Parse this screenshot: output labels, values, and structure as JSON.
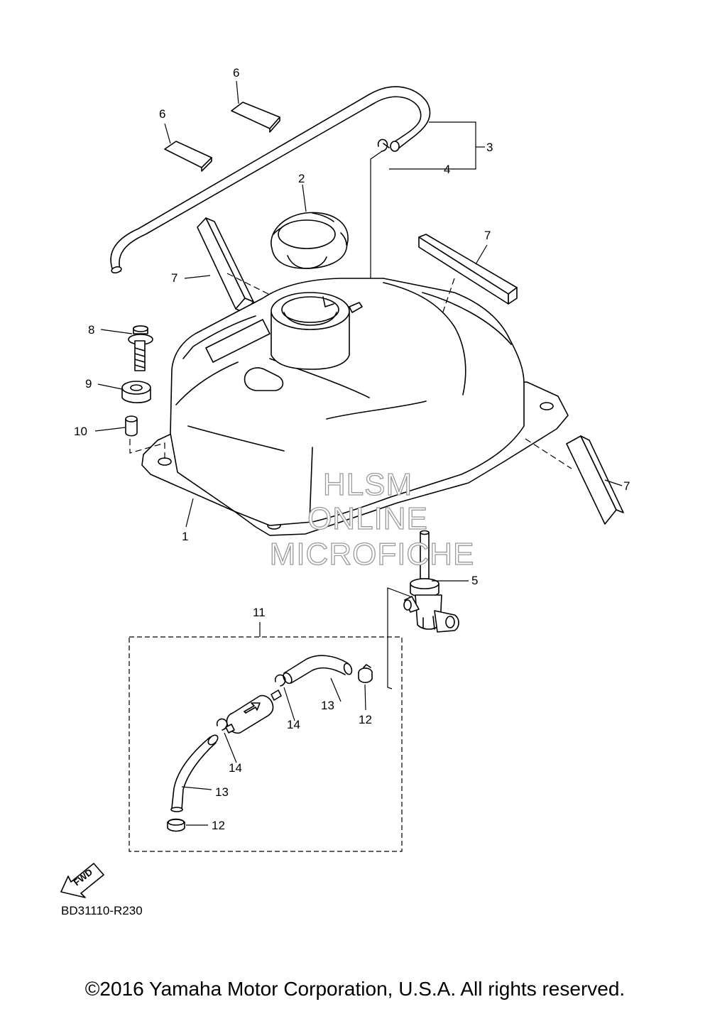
{
  "callouts": [
    {
      "id": "c1",
      "text": "1"
    },
    {
      "id": "c2",
      "text": "2"
    },
    {
      "id": "c3",
      "text": "3"
    },
    {
      "id": "c4",
      "text": "4"
    },
    {
      "id": "c5",
      "text": "5"
    },
    {
      "id": "c6a",
      "text": "6"
    },
    {
      "id": "c6b",
      "text": "6"
    },
    {
      "id": "c7a",
      "text": "7"
    },
    {
      "id": "c7b",
      "text": "7"
    },
    {
      "id": "c7c",
      "text": "7"
    },
    {
      "id": "c8",
      "text": "8"
    },
    {
      "id": "c9",
      "text": "9"
    },
    {
      "id": "c10",
      "text": "10"
    },
    {
      "id": "c11",
      "text": "11"
    },
    {
      "id": "c12a",
      "text": "12"
    },
    {
      "id": "c12b",
      "text": "12"
    },
    {
      "id": "c13a",
      "text": "13"
    },
    {
      "id": "c13b",
      "text": "13"
    },
    {
      "id": "c14a",
      "text": "14"
    },
    {
      "id": "c14b",
      "text": "14"
    }
  ],
  "watermark": {
    "line1": "HLSM",
    "line2": "ONLINE",
    "line3": "MICROFICHE"
  },
  "fwd_label": "FWD",
  "drawing_code": "BD31110-R230",
  "copyright": "©2016 Yamaha Motor Corporation, U.S.A. All rights reserved."
}
